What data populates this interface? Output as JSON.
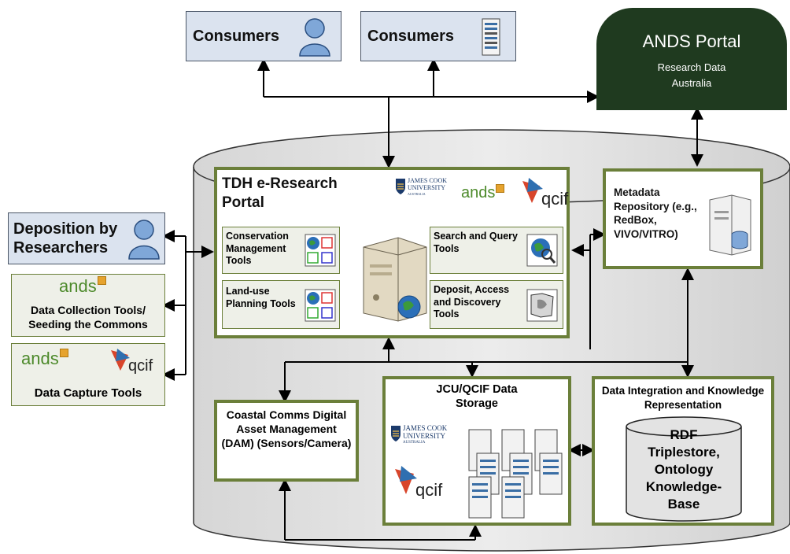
{
  "consumers_1": {
    "label": "Consumers",
    "icon": "person-icon"
  },
  "consumers_2": {
    "label": "Consumers",
    "icon": "server-rack-icon"
  },
  "ands_portal": {
    "title": "ANDS Portal",
    "subtitle": "Research Data Australia"
  },
  "deposition": {
    "label": "Deposition by Researchers"
  },
  "data_collection": {
    "logo": "ands",
    "label": "Data Collection Tools/ Seeding the Commons"
  },
  "data_capture": {
    "logos": [
      "ands",
      "qcif"
    ],
    "label": "Data Capture Tools"
  },
  "tdh_portal": {
    "title": "TDH e-Research Portal",
    "logos": [
      "JAMES COOK UNIVERSITY",
      "ands",
      "qcif"
    ],
    "tools": [
      {
        "label": "Conservation Management Tools",
        "icon": "globe-grid-icon"
      },
      {
        "label": "Land-use Planning Tools",
        "icon": "globe-grid-icon"
      },
      {
        "label": "Search and Query Tools",
        "icon": "globe-search-icon"
      },
      {
        "label": "Deposit, Access and Discovery Tools",
        "icon": "map-icon"
      }
    ]
  },
  "metadata_repo": {
    "label": "Metadata Repository (e.g., RedBox, VIVO/VITRO)"
  },
  "coastal_comms": {
    "label": "Coastal Comms Digital Asset Management (DAM) (Sensors/Camera)"
  },
  "data_storage": {
    "label": "JCU/QCIF Data Storage"
  },
  "data_integration": {
    "label": "Data Integration and Knowledge Representation",
    "store": "RDF Triplestore, Ontology Knowledge-Base"
  },
  "logos": {
    "jcu_line1": "JAMES COOK",
    "jcu_line2": "UNIVERSITY",
    "jcu_line3": "AUSTRALIA",
    "ands": "ands",
    "qcif": "qcif"
  },
  "colors": {
    "border_green": "#6b7f3a",
    "portal_dark": "#1f3a1f",
    "box_blue": "#dbe3ef",
    "cylinder_gray": "#e3e3e3"
  }
}
